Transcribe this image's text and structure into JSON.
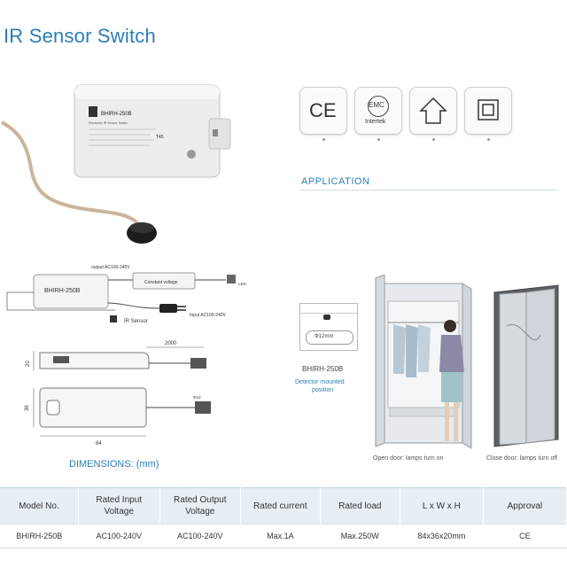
{
  "title": "IR Sensor Switch",
  "device": {
    "model_label": "BHIRH-250B",
    "small_text": "Electronic IR Sensor Switch",
    "rating_mark": "T45"
  },
  "certifications": [
    {
      "name": "CE",
      "text": "CE"
    },
    {
      "name": "EMC Intertek",
      "text": "EMC",
      "subtext": "Intertek"
    },
    {
      "name": "arrow-house",
      "text": ""
    },
    {
      "name": "double-insulation",
      "text": ""
    }
  ],
  "application": {
    "heading": "APPLICATION",
    "diameter_note": "Φ12mm",
    "detector_model": "BHIRH-250B",
    "detector_caption_1": "Detector mounted",
    "detector_caption_2": "position",
    "open_caption": "Open door: lamps turn on",
    "close_caption": "Close door: lamps turn off"
  },
  "wiring": {
    "model": "BHIRH-250B",
    "output_label": "output AC100-240V",
    "input_label": "Input AC100-240V",
    "constant_voltage": "Constant voltage",
    "sensor_label": "IR Sensor",
    "led_label": "LED"
  },
  "dimensions": {
    "heading": "DIMENSIONS: (mm)",
    "cable_length": "2000",
    "height": "20",
    "width": "36",
    "length": "84",
    "sensor_dia": "Φ12"
  },
  "table": {
    "headers": [
      "Model No.",
      "Rated Input Voltage",
      "Rated Output Voltage",
      "Rated current",
      "Rated load",
      "L x W x H",
      "Approval"
    ],
    "row": [
      "BHIRH-250B",
      "AC100-240V",
      "AC100-240V",
      "Max.1A",
      "Max.250W",
      "84x36x20mm",
      "CE"
    ]
  }
}
